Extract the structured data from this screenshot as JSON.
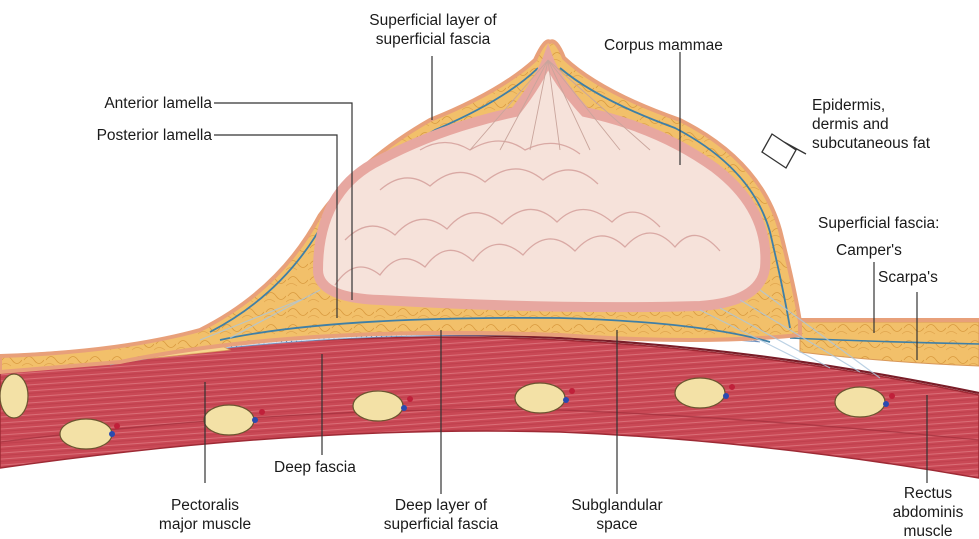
{
  "labels": {
    "superficial_layer_line1": "Superficial layer of",
    "superficial_layer_line2": "superficial fascia",
    "corpus_mammae": "Corpus mammae",
    "anterior_lamella": "Anterior lamella",
    "posterior_lamella": "Posterior lamella",
    "epidermis_line1": "Epidermis,",
    "epidermis_line2": "dermis and",
    "epidermis_line3": "subcutaneous fat",
    "superficial_fascia_heading": "Superficial  fascia:",
    "campers": "Camper's",
    "scarpas": "Scarpa's",
    "deep_fascia": "Deep fascia",
    "pectoralis_line1": "Pectoralis",
    "pectoralis_line2": "major muscle",
    "deep_layer_line1": "Deep layer of",
    "deep_layer_line2": "superficial fascia",
    "subglandular_line1": "Subglandular",
    "subglandular_line2": "space",
    "rectus_line1": "Rectus",
    "rectus_line2": "abdominis",
    "rectus_line3": "muscle"
  },
  "colors": {
    "skin_edge": "#e8a07a",
    "fat": "#f2c06a",
    "fat_light": "#f7d68e",
    "gland": "#f6e2da",
    "gland_rim": "#e7a7a0",
    "fascia_line": "#3f7fa6",
    "subglandular_space": "#d6e4f3",
    "muscle": "#c7424f",
    "muscle_light": "#e58a8f",
    "leader": "#333333"
  }
}
